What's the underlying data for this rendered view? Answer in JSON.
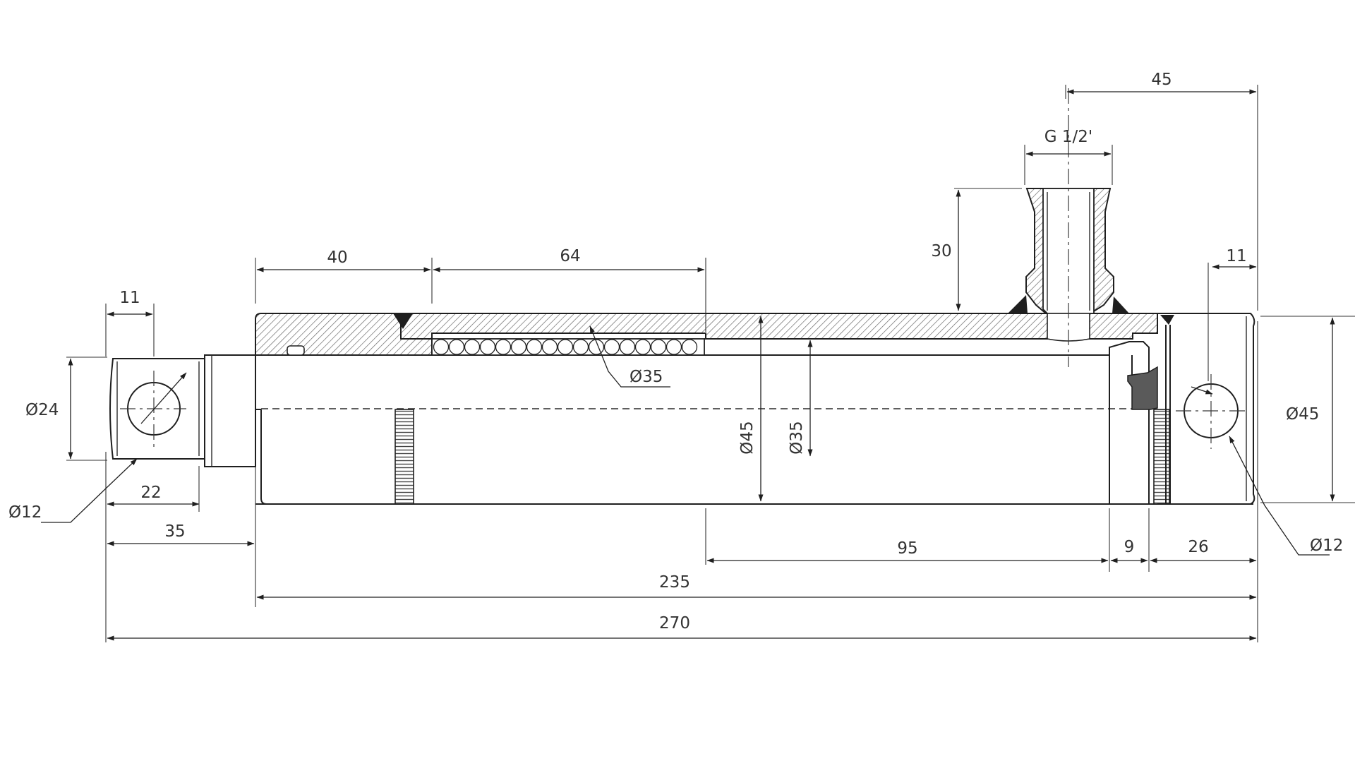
{
  "drawing": {
    "labels": {
      "overall_length": "270",
      "body_length": "235",
      "rod_end_length": "35",
      "rod_pin_offset": "22",
      "rod_eye_width": "11",
      "rod_eye_dia": "Ø24",
      "rod_pin_dia": "Ø12",
      "gland_length": "40",
      "guide_length": "64",
      "rod_dia": "Ø35",
      "bore_dia": "Ø35",
      "tube_dia": "Ø45",
      "stroke": "95",
      "piston_width": "9",
      "base_length": "26",
      "base_eye_width": "11",
      "base_dia": "Ø45",
      "base_pin_dia": "Ø12",
      "port_height": "30",
      "port_thread": "G 1/2'",
      "port_position": "45"
    }
  }
}
